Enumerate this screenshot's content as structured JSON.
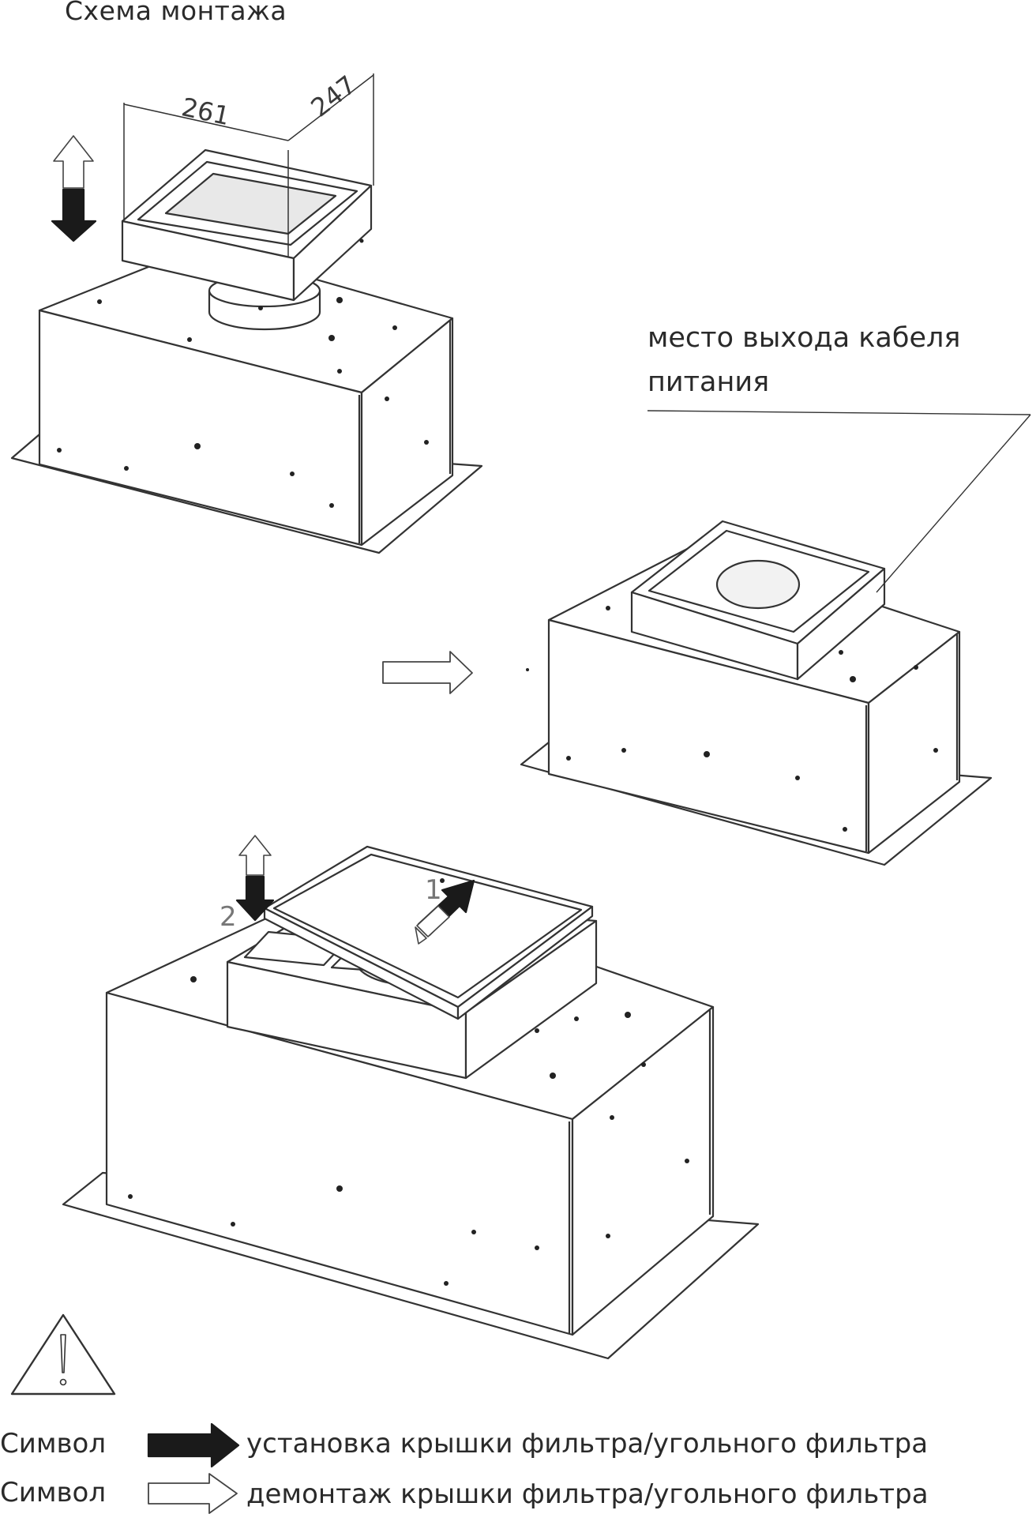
{
  "title": "Схема монтажа",
  "dimensions": {
    "width": "261",
    "depth": "247"
  },
  "callout": {
    "line1": "место выхода кабеля",
    "line2": "питания"
  },
  "steps": {
    "step1": "1",
    "step2": "2"
  },
  "legend": [
    {
      "symbol_label": "Символ",
      "arrow": "filled-arrow",
      "text": "установка крышки фильтра/угольного фильтра"
    },
    {
      "symbol_label": "Символ",
      "arrow": "outline-arrow",
      "text": "демонтаж крышки фильтра/угольного фильтра"
    }
  ],
  "colors": {
    "line": "#333333",
    "fill_dark": "#1a1a1a",
    "paper": "#ffffff"
  }
}
